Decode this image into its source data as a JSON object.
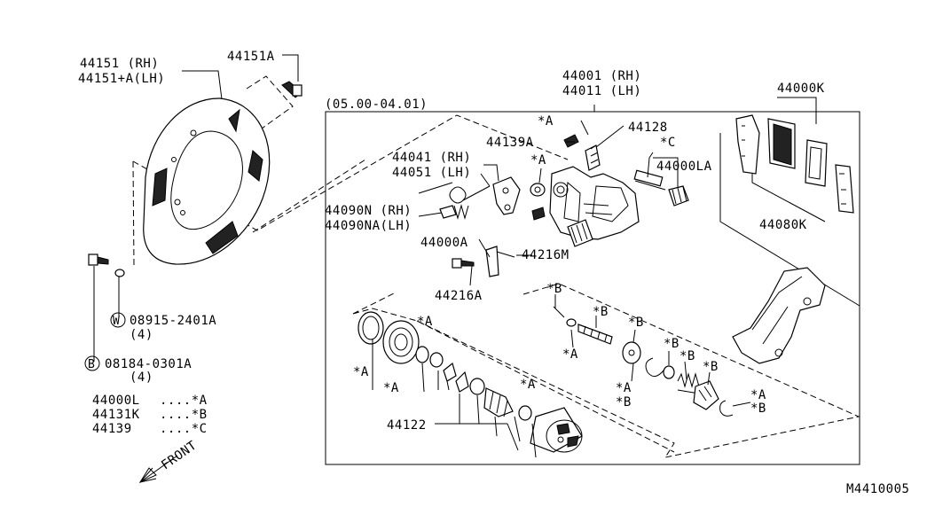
{
  "labels": {
    "l44151": "44151  (RH)",
    "l44151a_lh": "44151+A(LH)",
    "l44151a": "44151A",
    "l44001": "44001 (RH)",
    "l44011": "44011 (LH)",
    "date_range": "(05.00-04.01)",
    "l44000k": "44000K",
    "star_a_top": "*A",
    "l44128": "44128",
    "l44139a": "44139A",
    "star_c": "*C",
    "l44041": "44041 (RH)",
    "l44051": "44051 (LH)",
    "star_a_mid": "*A",
    "l44000la": "44000LA",
    "l44090n": "44090N (RH)",
    "l44090na": "44090NA(LH)",
    "l44000a": "44000A",
    "l44216m": "44216M",
    "l44216a": "44216A",
    "l44080k": "44080K",
    "washer_circle": "W",
    "washer": "08915-2401A",
    "washer_qty": "(4)",
    "bolt_circle": "B",
    "bolt": "08184-0301A",
    "bolt_qty": "(4)",
    "star_b_1": "*B",
    "star_b_2": "*B",
    "star_b_3": "*B",
    "star_b_4": "*B",
    "star_b_5": "*B",
    "star_a_seal": "*A",
    "star_a_ring1": "*A",
    "star_a_ring2": "*A",
    "star_a_pin": "*A",
    "star_a_pad": "*A",
    "star_b_pad": "*B",
    "star_a_clip": "*A",
    "star_b_clip": "*B",
    "star_a_piston": "*A",
    "l44122": "44122",
    "front": "FRONT",
    "diagram_code": "M4410005"
  },
  "legend": [
    {
      "part": "44000L",
      "key": "....*A"
    },
    {
      "part": "44131K",
      "key": "....*B"
    },
    {
      "part": "44139",
      "key": "....*C"
    }
  ]
}
